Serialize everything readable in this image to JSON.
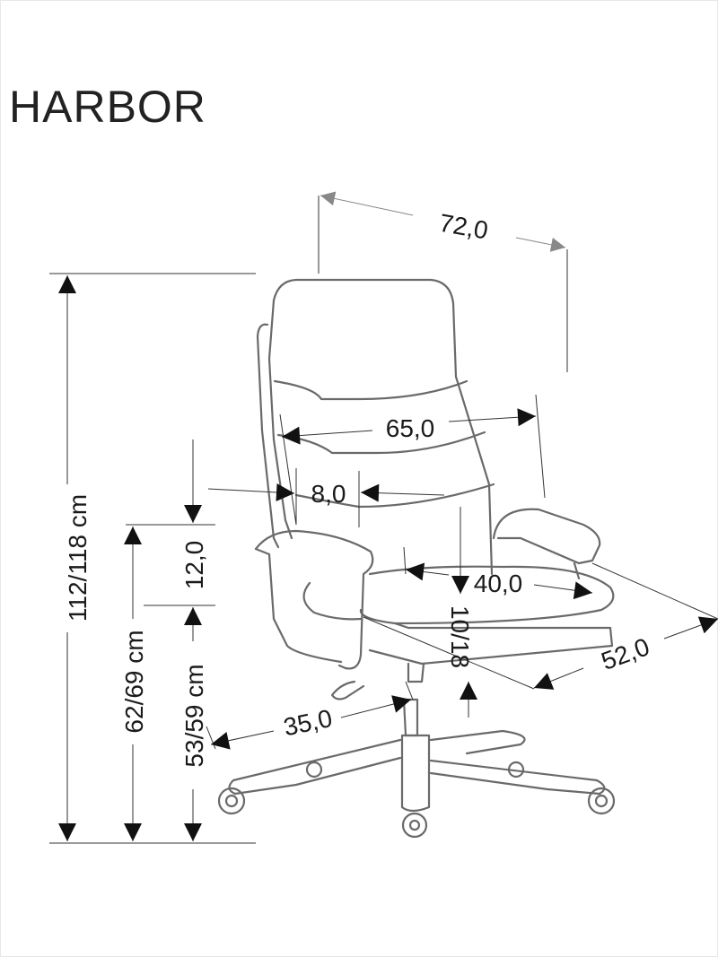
{
  "product": {
    "name": "HARBOR"
  },
  "dimensions": {
    "total_height": "112/118 cm",
    "armrest_height": "62/69 cm",
    "seat_height": "53/59 cm",
    "armrest_above_seat": "12,0",
    "overall_width": "72,0",
    "backrest_width": "65,0",
    "armrest_width": "8,0",
    "seat_width": "40,0",
    "seat_depth": "52,0",
    "height_adjustment": "10/18",
    "base_radius": "35,0"
  }
}
